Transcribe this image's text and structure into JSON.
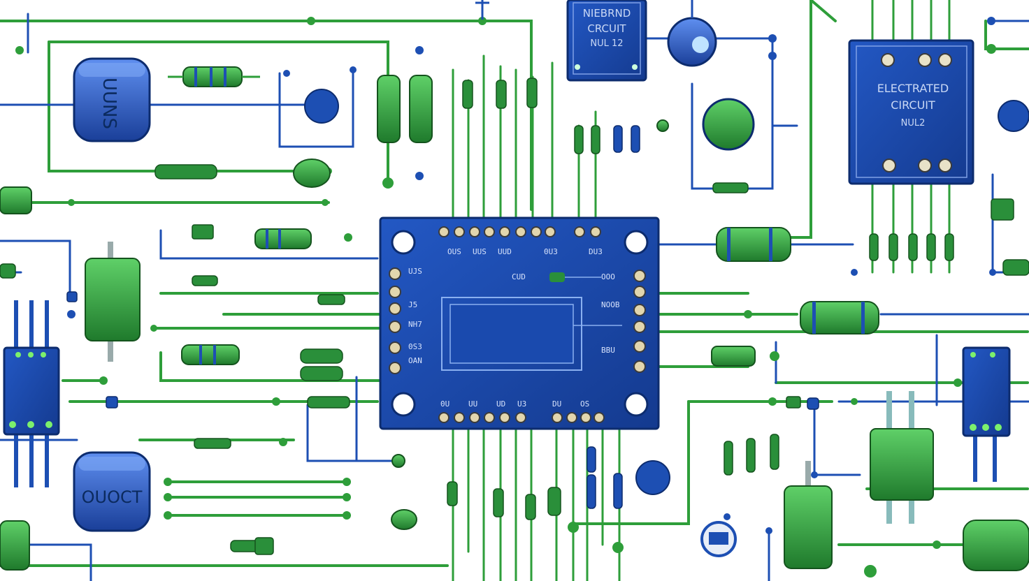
{
  "colors": {
    "background": "#ffffff",
    "trace_green": "#2e9e3a",
    "trace_blue": "#1d4fb3",
    "chip_blue": "#173f9e",
    "component_green": "#2a8f3a",
    "pad_gold": "#d9c79a"
  },
  "chips": {
    "top_chip": {
      "lines": [
        "NIEBRND",
        "CRCUIT",
        "NUL 12"
      ]
    },
    "right_chip": {
      "lines": [
        "ELECTRATED",
        "CIRCUIT",
        "NUL2"
      ]
    }
  },
  "capacitors": {
    "top_left": "UUNS",
    "bottom_left": "OUOCT"
  },
  "main_chip_marks": {
    "top_row": [
      "OUS",
      "UUS",
      "UUD",
      "0U3",
      "DU3"
    ],
    "left_col": [
      "UJS",
      "J5",
      "NH7",
      "0S3",
      "OAN"
    ],
    "right_col": [
      "OOO",
      "NOOB",
      "BBU"
    ],
    "bottom_row": [
      "0U",
      "UU",
      "UD",
      "U3",
      "DU",
      "OS"
    ],
    "center_tag": "CUD"
  },
  "icons": [
    "microchip-icon",
    "capacitor-icon",
    "resistor-icon",
    "led-icon",
    "transistor-icon"
  ]
}
